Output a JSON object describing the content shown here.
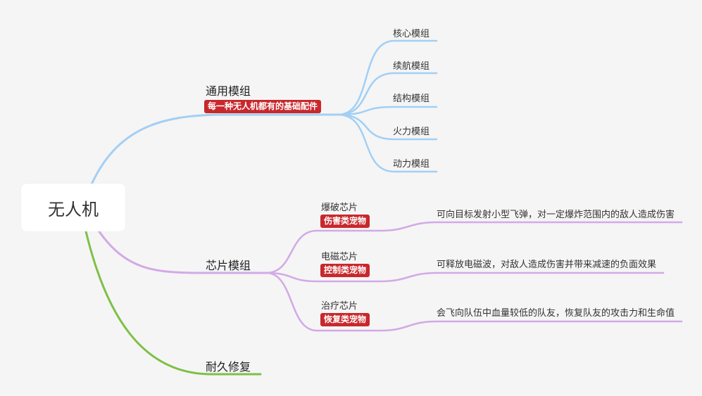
{
  "root": {
    "label": "无人机"
  },
  "colors": {
    "blue": "#a3cff4",
    "purple": "#d3a9e6",
    "green": "#7ec045",
    "tag_bg": "#c8282c"
  },
  "branches": {
    "general": {
      "label": "通用模组",
      "tag": "每一种无人机都有的基础配件",
      "children": [
        "核心模组",
        "续航模组",
        "结构模组",
        "火力模组",
        "动力模组"
      ]
    },
    "chips": {
      "label": "芯片模组",
      "children": [
        {
          "label": "爆破芯片",
          "tag": "伤害类宠物",
          "desc": "可向目标发射小型飞弹，对一定爆炸范围内的敌人造成伤害"
        },
        {
          "label": "电磁芯片",
          "tag": "控制类宠物",
          "desc": "可释放电磁波，对敌人造成伤害并带来减速的负面效果"
        },
        {
          "label": "治疗芯片",
          "tag": "恢复类宠物",
          "desc": "会飞向队伍中血量较低的队友，恢复队友的攻击力和生命值"
        }
      ]
    },
    "repair": {
      "label": "耐久修复"
    }
  }
}
